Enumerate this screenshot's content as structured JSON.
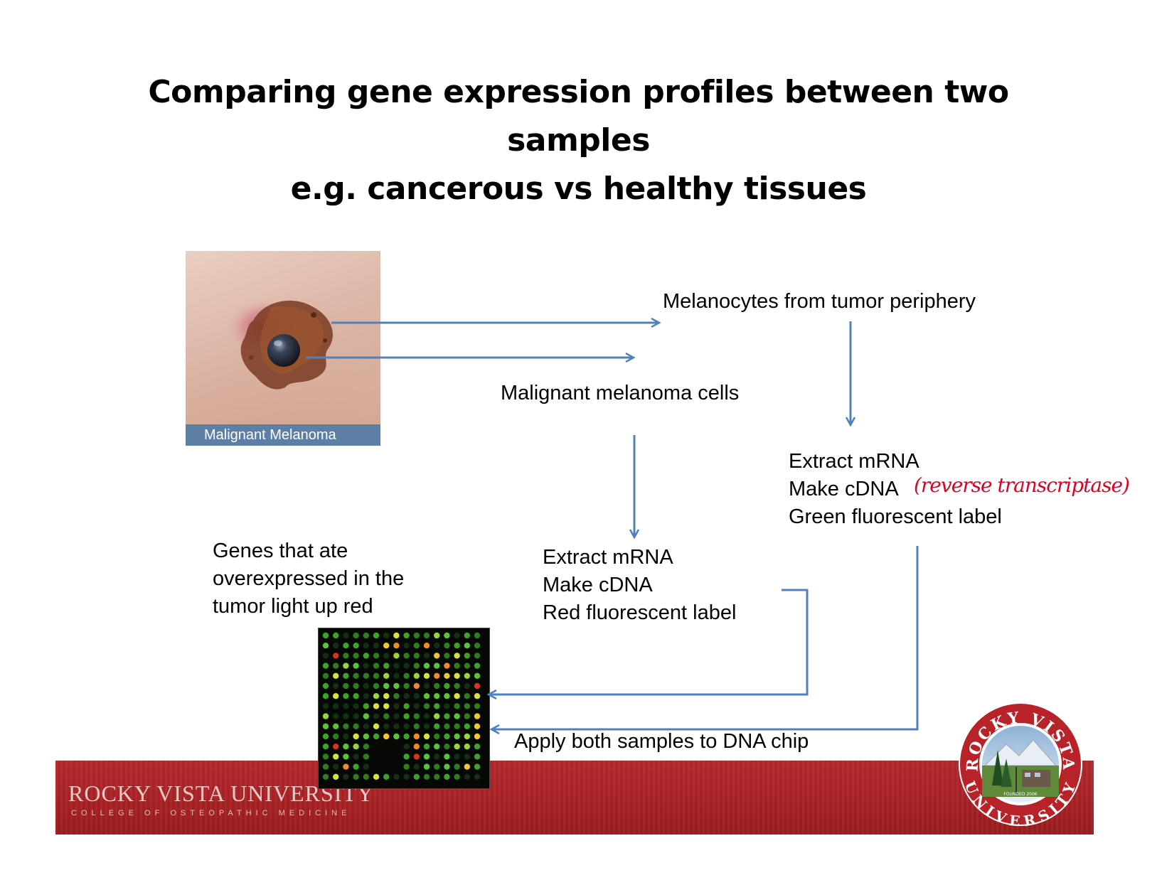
{
  "title": {
    "line1": "Comparing gene expression profiles between two",
    "line2": "samples",
    "line3": "e.g. cancerous vs healthy tissues"
  },
  "image_caption": "Malignant Melanoma",
  "labels": {
    "melanocytes": "Melanocytes from tumor periphery",
    "malignant_cells": "Malignant melanoma cells",
    "green_step": [
      "Extract mRNA",
      "Make cDNA",
      "Green fluorescent label"
    ],
    "handwritten_note": "(reverse transcriptase)",
    "red_step": [
      "Extract mRNA",
      "Make cDNA",
      "Red fluorescent label"
    ],
    "genes_note": [
      "Genes that ate",
      "overexpressed in the",
      "tumor light up red"
    ],
    "apply": "Apply both samples to DNA chip"
  },
  "footer": {
    "university": "ROCKY VISTA UNIVERSITY",
    "college": "COLLEGE OF OSTEOPATHIC MEDICINE",
    "seal_top": "ROCKY VISTA",
    "seal_bottom": "UNIVERSITY",
    "seal_founded": "FOUNDED 2006"
  },
  "colors": {
    "arrow": "#4f81bd",
    "banner": "#a92226",
    "note": "#e00022"
  }
}
